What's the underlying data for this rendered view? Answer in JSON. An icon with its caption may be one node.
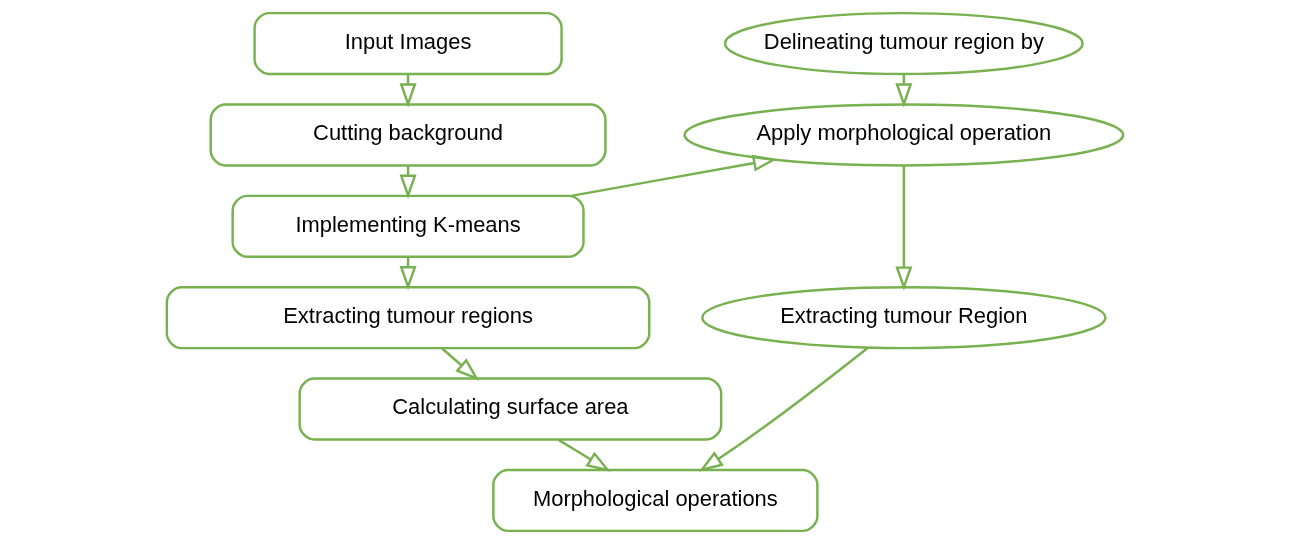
{
  "diagram": {
    "nodes": [
      {
        "text": [
          "Input Images"
        ]
      },
      {
        "text": [
          "Cutting background"
        ]
      },
      {
        "text": [
          "Implementing K-means"
        ]
      },
      {
        "text": [
          "Extracting tumour regions"
        ]
      },
      {
        "text": [
          "Calculating surface area"
        ]
      },
      {
        "text": [
          "Morphological operations"
        ]
      },
      {
        "text": [
          "Delineating tumour region by"
        ]
      },
      {
        "text": [
          "Apply morphological operation"
        ]
      },
      {
        "text": [
          "Extracting tumour Region"
        ]
      }
    ],
    "edges": [
      {
        "from": 0,
        "to": 1,
        "arrow": "to"
      },
      {
        "from": 1,
        "to": 2,
        "arrow": "to"
      },
      {
        "from": 2,
        "to": 3,
        "arrow": "to"
      },
      {
        "from": 3,
        "to": 4,
        "arrow": "to"
      },
      {
        "from": 4,
        "to": 5,
        "arrow": "to"
      },
      {
        "from": 2,
        "to": 7,
        "arrow": "to"
      },
      {
        "from": 6,
        "to": 7,
        "arrow": "to"
      },
      {
        "from": 7,
        "to": 8,
        "arrow": "to"
      },
      {
        "from": 8,
        "to": 5,
        "arrow": "to"
      }
    ]
  }
}
